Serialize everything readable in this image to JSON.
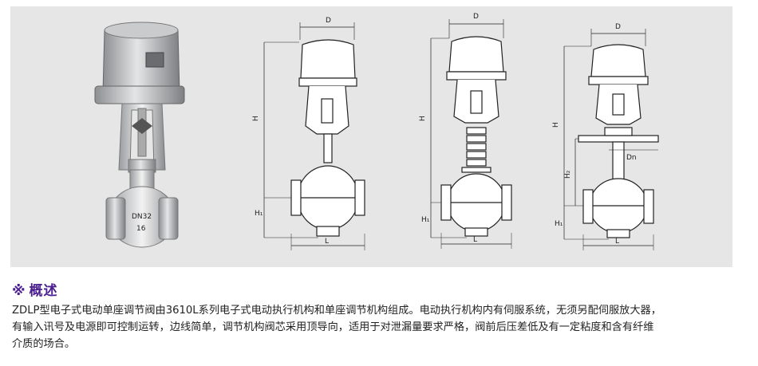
{
  "figure": {
    "photo": {
      "body_marking": "DN32",
      "sub_marking": "16"
    },
    "drawings": [
      {
        "labels": {
          "width": "D",
          "height": "H",
          "lower_height": "H₁",
          "length": "L"
        }
      },
      {
        "labels": {
          "width": "D",
          "height": "H",
          "lower_height": "H₁",
          "length": "L"
        }
      },
      {
        "labels": {
          "width": "D",
          "height": "H",
          "mid_height": "H₂",
          "lower_height": "H₁",
          "length": "L",
          "nominal_diameter": "Dn"
        }
      }
    ]
  },
  "section": {
    "mark": "※",
    "title": "概述",
    "lines": [
      "ZDLP型电子式电动单座调节阀由3610L系列电子式电动执行机构和单座调节机构组成。电动执行机构内有伺服系统，无须另配伺服放大器，",
      "有输入讯号及电源即可控制运转，边线简单，调节机构阀芯采用顶导向，适用于对泄漏量要求严格，阀前后压差低及有一定粘度和含有纤维",
      "介质的场合。"
    ]
  },
  "colors": {
    "heading": "#4b1f8f",
    "panel": "#e6e6e6",
    "text": "#222222"
  }
}
